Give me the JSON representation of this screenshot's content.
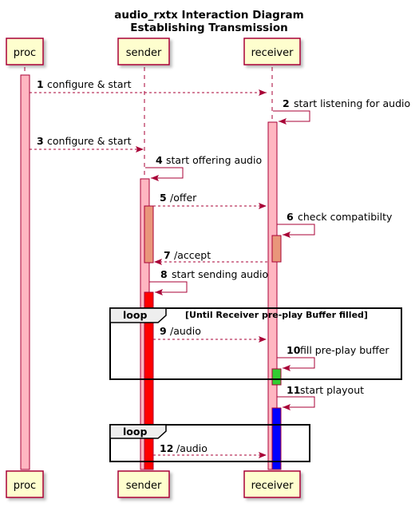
{
  "diagram": {
    "title_line1": "audio_rxtx Interaction Diagram",
    "title_line2": "Establishing Transmission",
    "participants": [
      "proc",
      "sender",
      "receiver"
    ],
    "messages": [
      {
        "num": "1",
        "text": "configure & start",
        "from": "proc",
        "to": "receiver",
        "style": "dashed"
      },
      {
        "num": "2",
        "text": "start listening for audio",
        "from": "receiver",
        "to": "receiver",
        "style": "solid"
      },
      {
        "num": "3",
        "text": "configure & start",
        "from": "proc",
        "to": "sender",
        "style": "dashed"
      },
      {
        "num": "4",
        "text": "start offering audio",
        "from": "sender",
        "to": "sender",
        "style": "solid"
      },
      {
        "num": "5",
        "text": "/offer",
        "from": "sender",
        "to": "receiver",
        "style": "dashed"
      },
      {
        "num": "6",
        "text": "check compatibilty",
        "from": "receiver",
        "to": "receiver",
        "style": "solid"
      },
      {
        "num": "7",
        "text": "/accept",
        "from": "receiver",
        "to": "sender",
        "style": "dashed"
      },
      {
        "num": "8",
        "text": "start sending audio",
        "from": "sender",
        "to": "sender",
        "style": "solid"
      },
      {
        "num": "9",
        "text": "/audio",
        "from": "sender",
        "to": "receiver",
        "style": "dashed"
      },
      {
        "num": "10",
        "text": "fill pre-play buffer",
        "from": "receiver",
        "to": "receiver",
        "style": "solid"
      },
      {
        "num": "11",
        "text": "start playout",
        "from": "receiver",
        "to": "receiver",
        "style": "solid"
      },
      {
        "num": "12",
        "text": "/audio",
        "from": "sender",
        "to": "receiver",
        "style": "dashed"
      }
    ],
    "loops": [
      {
        "keyword": "loop",
        "condition": "[Until Receiver pre-play Buffer filled]"
      },
      {
        "keyword": "loop",
        "condition": ""
      }
    ],
    "colors": {
      "participant_fill": "#FEFECE",
      "participant_border": "#A80036",
      "lifeline": "#A80036",
      "activation_default": "#FFB6C1",
      "activation_check": "#E9967A",
      "activation_sending": "#FF0000",
      "activation_buffer": "#32CD32",
      "activation_playout": "#0000FF",
      "loop_header": "#EEEEEE"
    }
  }
}
